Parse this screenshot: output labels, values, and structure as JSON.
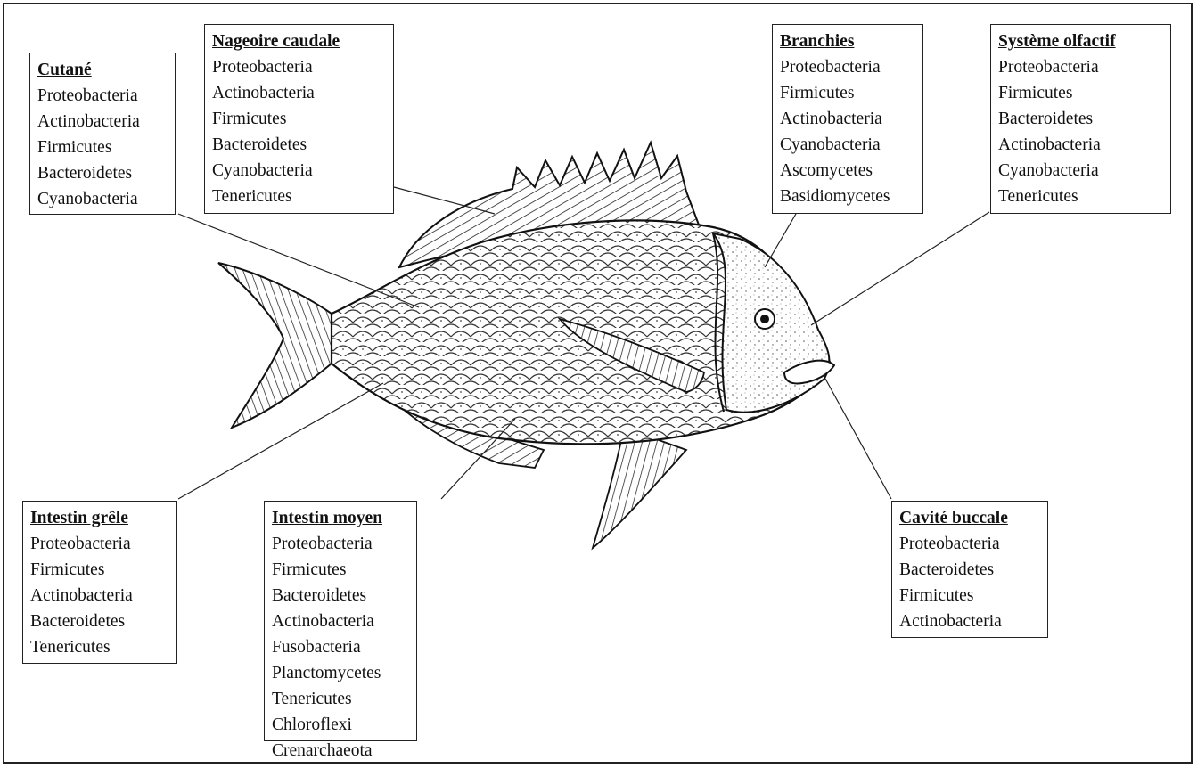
{
  "boxes": {
    "cutane": {
      "title": "Cutané",
      "items": [
        "Proteobacteria",
        "Actinobacteria",
        "Firmicutes",
        "Bacteroidetes",
        "Cyanobacteria"
      ]
    },
    "nageoire_caudale": {
      "title": "Nageoire caudale",
      "items": [
        "Proteobacteria",
        "Actinobacteria",
        "Firmicutes",
        "Bacteroidetes",
        "Cyanobacteria",
        "Tenericutes"
      ]
    },
    "branchies": {
      "title": "Branchies",
      "items": [
        "Proteobacteria",
        "Firmicutes",
        "Actinobacteria",
        "Cyanobacteria",
        "Ascomycetes",
        "Basidiomycetes"
      ]
    },
    "systeme_olfactif": {
      "title": "Système olfactif",
      "items": [
        "Proteobacteria",
        "Firmicutes",
        "Bacteroidetes",
        "Actinobacteria",
        "Cyanobacteria",
        "Tenericutes"
      ]
    },
    "intestin_grele": {
      "title": "Intestin grêle",
      "items": [
        "Proteobacteria",
        "Firmicutes",
        "Actinobacteria",
        "Bacteroidetes",
        "Tenericutes"
      ]
    },
    "intestin_moyen": {
      "title": "Intestin moyen",
      "items": [
        "Proteobacteria",
        "Firmicutes",
        "Bacteroidetes",
        "Actinobacteria",
        "Fusobacteria",
        "Planctomycetes",
        "Tenericutes",
        "Chloroflexi",
        "Crenarchaeota"
      ]
    },
    "cavite_buccale": {
      "title": "Cavité buccale",
      "items": [
        "Proteobacteria",
        "Bacteroidetes",
        "Firmicutes",
        "Actinobacteria"
      ]
    }
  },
  "illustration": {
    "subject": "fish",
    "style": "black-and-white line drawing"
  }
}
